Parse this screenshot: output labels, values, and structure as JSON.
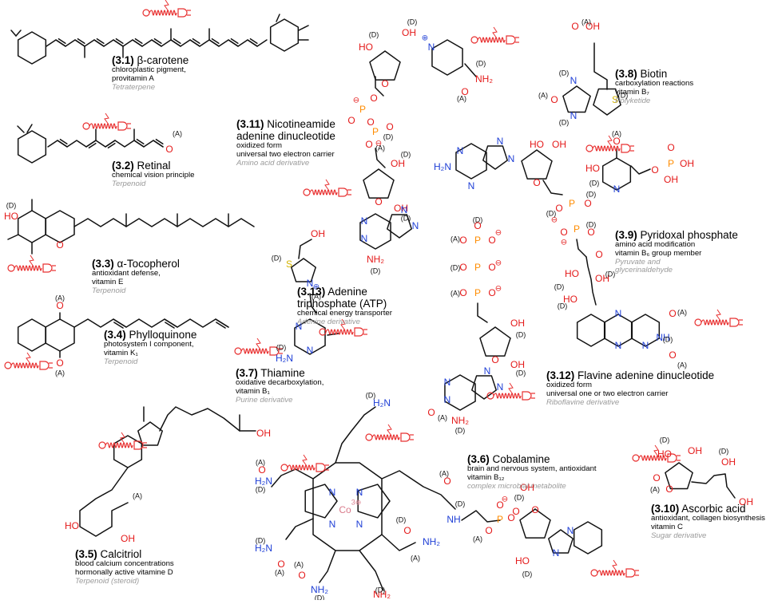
{
  "molecules": [
    {
      "num": "(3.1)",
      "name": "β-carotene",
      "desc": [
        "chloroplastic pigment,",
        "provitamin A"
      ],
      "cls": "Tetraterpene"
    },
    {
      "num": "(3.2)",
      "name": "Retinal",
      "desc": [
        "chemical vision principle"
      ],
      "cls": "Terpenoid"
    },
    {
      "num": "(3.3)",
      "name": "α-Tocopherol",
      "desc": [
        "antioxidant defense,",
        "vitamin E"
      ],
      "cls": "Terpenoid"
    },
    {
      "num": "(3.4)",
      "name": "Phylloquinone",
      "desc": [
        "photosystem I component,",
        "vitamin K₁"
      ],
      "cls": "Terpenoid"
    },
    {
      "num": "(3.5)",
      "name": "Calcitriol",
      "desc": [
        "blood calcium concentrations",
        "hormonally active vitamine D"
      ],
      "cls": "Terpenoid (steroid)"
    },
    {
      "num": "(3.6)",
      "name": "Cobalamine",
      "desc": [
        "brain and nervous system, antioxidant",
        "vitamin B₁₂"
      ],
      "cls": "complex microbial metabolite"
    },
    {
      "num": "(3.7)",
      "name": "Thiamine",
      "desc": [
        "oxidative decarboxylation,",
        "vitamin B₁"
      ],
      "cls": "Purine derivative"
    },
    {
      "num": "(3.8)",
      "name": "Biotin",
      "desc": [
        "carboxylation reactions",
        "vitamin B₇"
      ],
      "cls": "Polyketide"
    },
    {
      "num": "(3.9)",
      "name": "Pyridoxal phosphate",
      "desc": [
        "amino acid modification",
        "vitamin B₆ group member"
      ],
      "cls": "Pyruvate and\nglycerinaldehyde"
    },
    {
      "num": "(3.10)",
      "name": "Ascorbic acid",
      "desc": [
        "antioxidant, collagen biosynthesis",
        "vitamin C"
      ],
      "cls": "Sugar derivative"
    },
    {
      "num": "(3.11)",
      "name": "Nicotineamide\nadenine dinucleotide",
      "desc": [
        "oxidized form",
        "universal two electron carrier"
      ],
      "cls": "Amino acid derivative"
    },
    {
      "num": "(3.12)",
      "name": "Flavine adenine dinucleotide",
      "desc": [
        "oxidized form",
        "universal one or two electron carrier"
      ],
      "cls": "Riboflavine derivative"
    },
    {
      "num": "(3.13)",
      "name": "Adenine\ntriphosphate (ATP)",
      "desc": [
        "chemical energy transporter"
      ],
      "cls": "Adenine derivative"
    }
  ],
  "atoms": {
    "OH": "OH",
    "O": "O",
    "HO": "HO",
    "H2N": "H₂N",
    "NH2": "NH₂",
    "NH": "NH",
    "N": "N",
    "S": "S",
    "P": "P",
    "Co": "Co",
    "OHmark": "OH"
  },
  "tags": {
    "A": "(A)",
    "D": "(D)"
  },
  "charges": {
    "minus": "⊖",
    "plus": "⊕",
    "co3": "3⊕"
  },
  "colors": {
    "oxygen": "#e41a1a",
    "nitrogen": "#1f3fd6",
    "phosphorus": "#ff8c00",
    "sulfur": "#d4b400",
    "cobalt": "#d97a8a",
    "class_text": "#9a9a9a",
    "enzyme": "#e83030"
  }
}
